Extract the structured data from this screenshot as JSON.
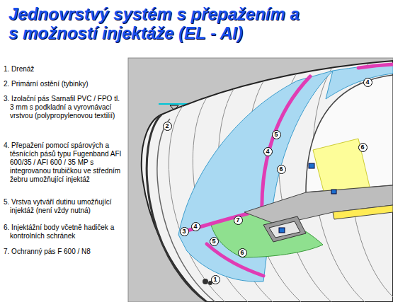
{
  "diagram": {
    "title": "Jednovrstvý systém s přepažením a s možností injektáže (EL - AI)",
    "labels": [
      "1. Drenáž",
      "2. Primární ostění (tybinky)",
      "3. Izolační pás Sarnafil PVC / FPO tl. 3 mm s podkladní a vyrovnávací vrstvou (polypropylenovou textilií)",
      "4. Přepažení pomocí spárových a těsnících pásů typu Fugenband AFI 600/35 / AFI 600 / 35 MP s integrovanou trubičkou ve středním žebru umožňující injektáž",
      "5. Vrstva vytváří dutinu umožňující injektáž (není vždy nutná)",
      "6. Injektážní body včetně hadiček a kontrolních schránek",
      "7. Ochranný pás F 600 / N8",
      "4",
      "2",
      "5",
      "6",
      "4",
      "6",
      "7",
      "4",
      "3",
      "5",
      "6",
      "1"
    ]
  }
}
